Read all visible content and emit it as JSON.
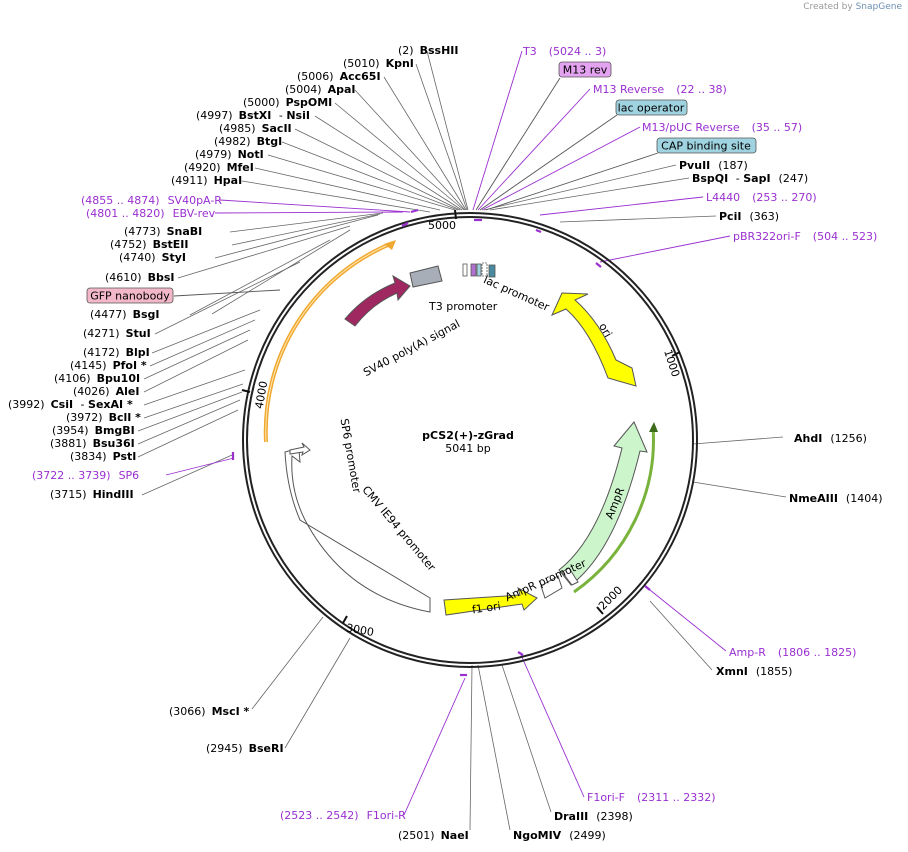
{
  "credit": {
    "prefix": "Created by",
    "brand": "SnapGene"
  },
  "plasmid": {
    "name": "pCS2(+)-zGrad",
    "size": "5041 bp"
  },
  "ticks": [
    "1000",
    "2000",
    "3000",
    "4000",
    "5000"
  ],
  "sites": [
    {
      "name": "BssHII",
      "pos": "(2)"
    },
    {
      "name": "KpnI",
      "pos": "(5010)"
    },
    {
      "name": "Acc65I",
      "pos": "(5006)"
    },
    {
      "name": "ApaI",
      "pos": "(5004)"
    },
    {
      "name": "PspOMI",
      "pos": "(5000)"
    },
    {
      "name": "BstXI",
      "pos": "(4997)",
      "name2": "NsiI"
    },
    {
      "name": "SacII",
      "pos": "(4985)"
    },
    {
      "name": "BtgI",
      "pos": "(4982)"
    },
    {
      "name": "NotI",
      "pos": "(4979)"
    },
    {
      "name": "MfeI",
      "pos": "(4920)"
    },
    {
      "name": "HpaI",
      "pos": "(4911)"
    },
    {
      "name": "SnaBI",
      "pos": "(4773)"
    },
    {
      "name": "BstEII",
      "pos": "(4752)"
    },
    {
      "name": "StyI",
      "pos": "(4740)"
    },
    {
      "name": "BbsI",
      "pos": "(4610)"
    },
    {
      "name": "BsgI",
      "pos": "(4477)"
    },
    {
      "name": "StuI",
      "pos": "(4271)"
    },
    {
      "name": "BlpI",
      "pos": "(4172)"
    },
    {
      "name": "PfoI *",
      "pos": "(4145)"
    },
    {
      "name": "Bpu10I",
      "pos": "(4106)"
    },
    {
      "name": "AleI",
      "pos": "(4026)"
    },
    {
      "name": "CsiI",
      "pos": "(3992)",
      "name2": "SexAI *"
    },
    {
      "name": "BclI *",
      "pos": "(3972)"
    },
    {
      "name": "BmgBI",
      "pos": "(3954)"
    },
    {
      "name": "Bsu36I",
      "pos": "(3881)"
    },
    {
      "name": "PstI",
      "pos": "(3834)"
    },
    {
      "name": "HindIII",
      "pos": "(3715)"
    },
    {
      "name": "MscI *",
      "pos": "(3066)"
    },
    {
      "name": "BseRI",
      "pos": "(2945)"
    },
    {
      "name": "NaeI",
      "pos": "(2501)"
    },
    {
      "name": "NgoMIV",
      "pos": "(2499)"
    },
    {
      "name": "DraIII",
      "pos": "(2398)"
    },
    {
      "name": "XmnI",
      "pos": "(1855)"
    },
    {
      "name": "NmeAIII",
      "pos": "(1404)"
    },
    {
      "name": "AhdI",
      "pos": "(1256)"
    },
    {
      "name": "PciI",
      "pos": "(363)"
    },
    {
      "name": "BspQI",
      "pos": "(247)",
      "name2": "SapI"
    },
    {
      "name": "PvuII",
      "pos": "(187)"
    }
  ],
  "primers": [
    {
      "name": "T3",
      "range": "(5024 .. 3)"
    },
    {
      "name": "M13 Reverse",
      "range": "(22 .. 38)"
    },
    {
      "name": "M13/pUC Reverse",
      "range": "(35 .. 57)"
    },
    {
      "name": "L4440",
      "range": "(253 .. 270)"
    },
    {
      "name": "pBR322ori-F",
      "range": "(504 .. 523)"
    },
    {
      "name": "SV40pA-R",
      "range": "(4855 .. 4874)"
    },
    {
      "name": "EBV-rev",
      "range": "(4801 .. 4820)"
    },
    {
      "name": "SP6",
      "range": "(3722 .. 3739)"
    },
    {
      "name": "Amp-R",
      "range": "(1806 .. 1825)"
    },
    {
      "name": "F1ori-F",
      "range": "(2311 .. 2332)"
    },
    {
      "name": "F1ori-R",
      "range": "(2523 .. 2542)"
    }
  ],
  "boxes": [
    {
      "label": "M13 rev",
      "color": "#e4a3f0"
    },
    {
      "label": "lac operator",
      "color": "#9fd3e0"
    },
    {
      "label": "CAP binding site",
      "color": "#9fd3e0"
    },
    {
      "label": "GFP nanobody",
      "color": "#f2b7c8"
    }
  ],
  "features": {
    "sv40": "SV40 poly(A) signal",
    "t3": "T3 promoter",
    "lac": "lac promoter",
    "ori": "ori",
    "sp6": "SP6 promoter",
    "cmv": "CMV IE94 promoter",
    "f1": "f1 ori",
    "ampr_promoter": "AmpR promoter",
    "ampr": "AmpR"
  },
  "colors": {
    "primer": "#9a2fd0",
    "ori": "#ffff00",
    "ampr": "#ccf5cc",
    "sv40": "#a02860",
    "orf": "#f0a830",
    "f1": "#ffff00"
  }
}
